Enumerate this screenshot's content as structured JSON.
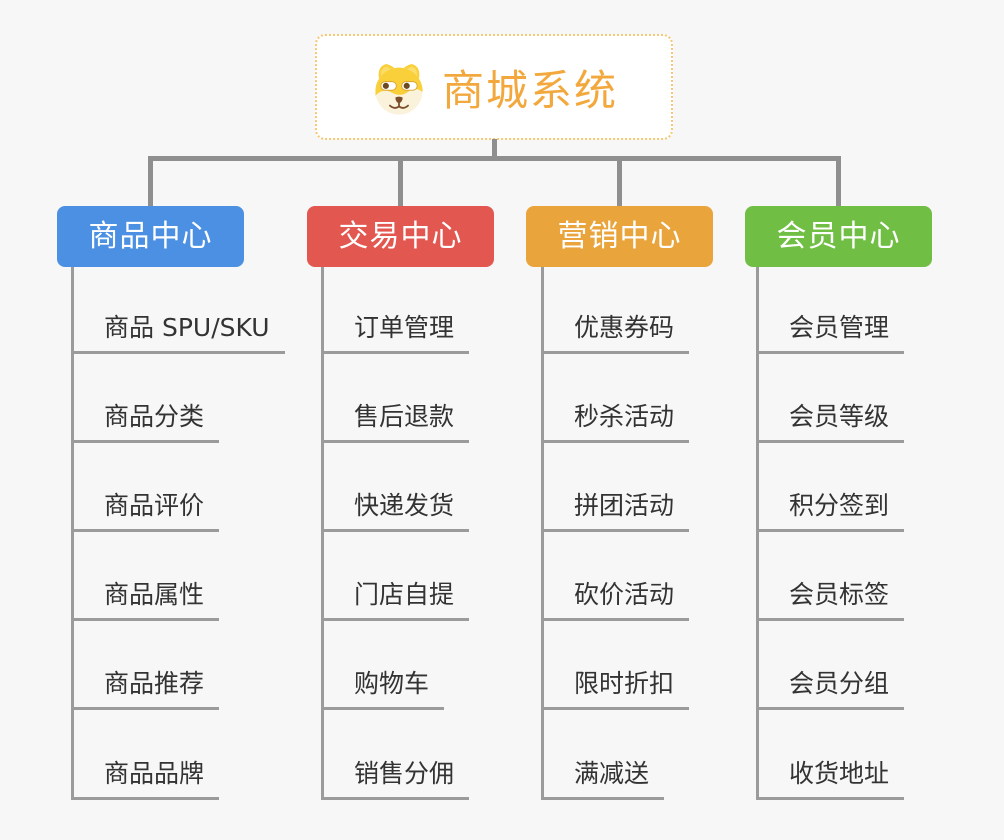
{
  "root": {
    "title": "商城系统",
    "icon": "dog-icon",
    "title_color": "#F2A83C",
    "border_color": "#F7C873"
  },
  "branches": [
    {
      "label": "商品中心",
      "color": "#4B90E2",
      "items": [
        "商品 SPU/SKU",
        "商品分类",
        "商品评价",
        "商品属性",
        "商品推荐",
        "商品品牌"
      ]
    },
    {
      "label": "交易中心",
      "color": "#E25750",
      "items": [
        "订单管理",
        "售后退款",
        "快递发货",
        "门店自提",
        "购物车",
        "销售分佣"
      ]
    },
    {
      "label": "营销中心",
      "color": "#EAA43C",
      "items": [
        "优惠券码",
        "秒杀活动",
        "拼团活动",
        "砍价活动",
        "限时折扣",
        "满减送"
      ]
    },
    {
      "label": "会员中心",
      "color": "#70BE44",
      "items": [
        "会员管理",
        "会员等级",
        "积分签到",
        "会员标签",
        "会员分组",
        "收货地址"
      ]
    }
  ],
  "connector_color": "#8F8F8F",
  "line_color": "#9B9B9B",
  "background_color": "#F7F7F7"
}
